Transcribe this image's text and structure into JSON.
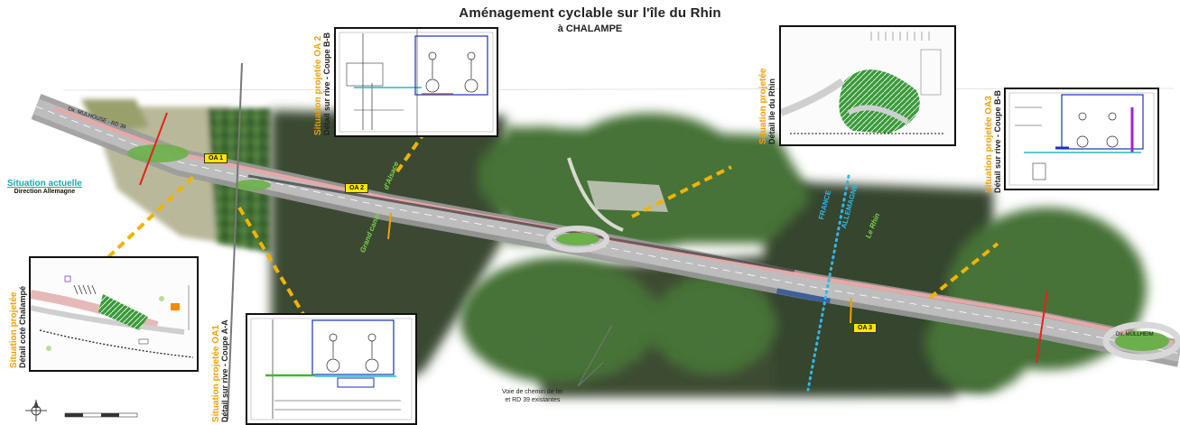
{
  "title": {
    "line1": "Aménagement cyclable sur l'île du Rhin",
    "line2": "à CHALAMPE"
  },
  "current_situation": {
    "label": "Situation actuelle",
    "direction": "Direction Allemagne"
  },
  "insets": {
    "oa2": {
      "label": "Situation projetée OA 2",
      "detail": "Détail sur rive - Coupe B-B"
    },
    "ile": {
      "label": "Situation projetée",
      "detail": "Détail île du Rhin"
    },
    "oa3": {
      "label": "Situation projetée OA3",
      "detail": "Détail sur rive - Coupe B-B"
    },
    "chalampe": {
      "label": "Situation projetée",
      "detail": "Détail coté Chalampé"
    },
    "oa1": {
      "label": "Situation projetée OA1",
      "detail": "Détail sur rive - Coupe A-A"
    }
  },
  "structure_tags": {
    "oa1": "OA 1",
    "oa2": "OA 2",
    "oa3": "OA 3"
  },
  "map_labels": {
    "grand_canal": "Grand canal",
    "alsace_canal": "d'Alsace",
    "le_rhin": "Le Rhin",
    "border_france": "FRANCE",
    "border_allemagne": "ALLEMAGNE",
    "road_west": "Dir. MULHOUSE - RD 39",
    "road_east": "Dir. MÜLLHEIM",
    "railway_note": "Voie de chemin de fer\net RD 39 existantes"
  },
  "colors": {
    "orange_label": "#f0a000",
    "dash_orange": "#f0b400",
    "cyan_text": "#1aa9b0",
    "border_dots": "#35b6e6",
    "section_red": "#e2231a",
    "tag_yellow": "#ffe600",
    "water": "#3b4a30",
    "forest": "#3f6a35"
  }
}
